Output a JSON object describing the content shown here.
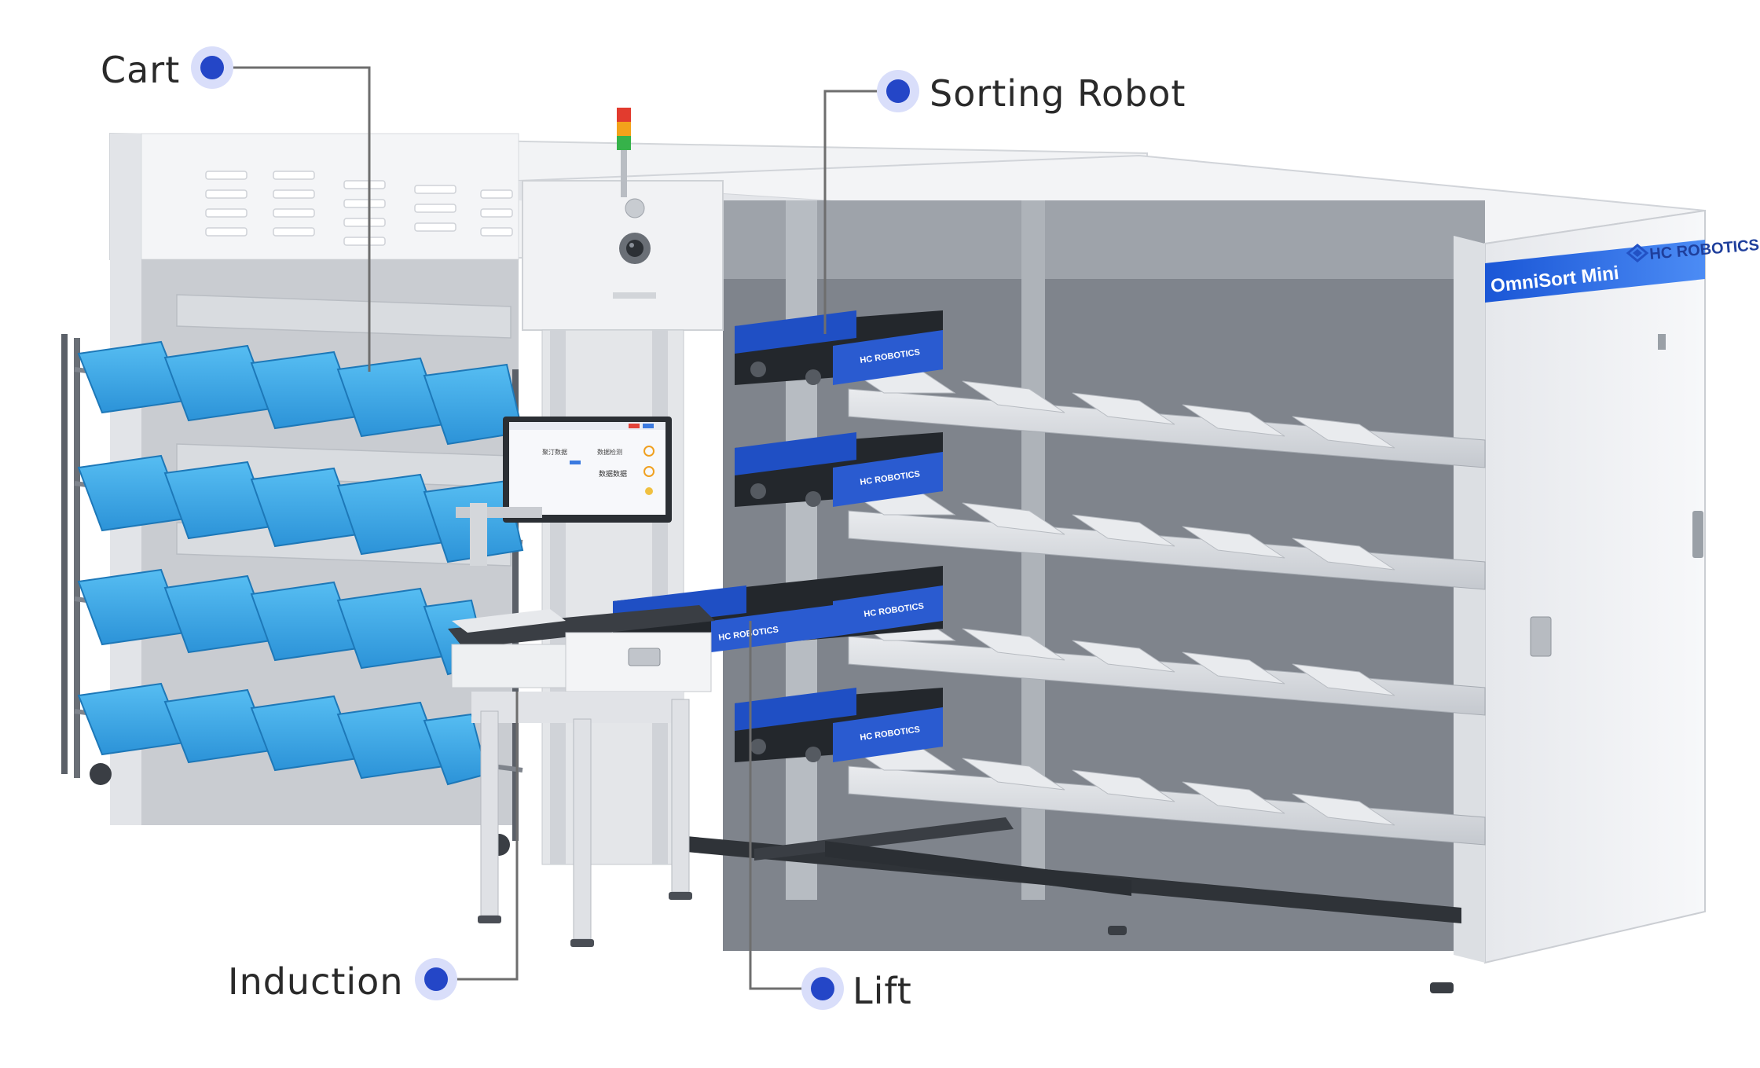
{
  "callouts": {
    "cart": "Cart",
    "sorting_robot": "Sorting Robot",
    "induction": "Induction",
    "lift": "Lift"
  },
  "branding": {
    "company": "HC ROBOTICS",
    "product": "OmniSort Mini",
    "robot_label": "HC ROBOTICS"
  },
  "screen": {
    "text_1": "聚汀数据",
    "text_2": "数据检测",
    "text_3": "数据数据"
  },
  "colors": {
    "dot": "#2446c7",
    "dot_halo": "#d9defa",
    "leader_line": "#6e6e6e",
    "bin_blue": "#3aa9e8",
    "robot_blue": "#1f4fc4",
    "frame_light": "#eef0f2"
  },
  "icons": [
    "signal-tower-icon",
    "camera-icon",
    "hc-robotics-logo-icon"
  ]
}
